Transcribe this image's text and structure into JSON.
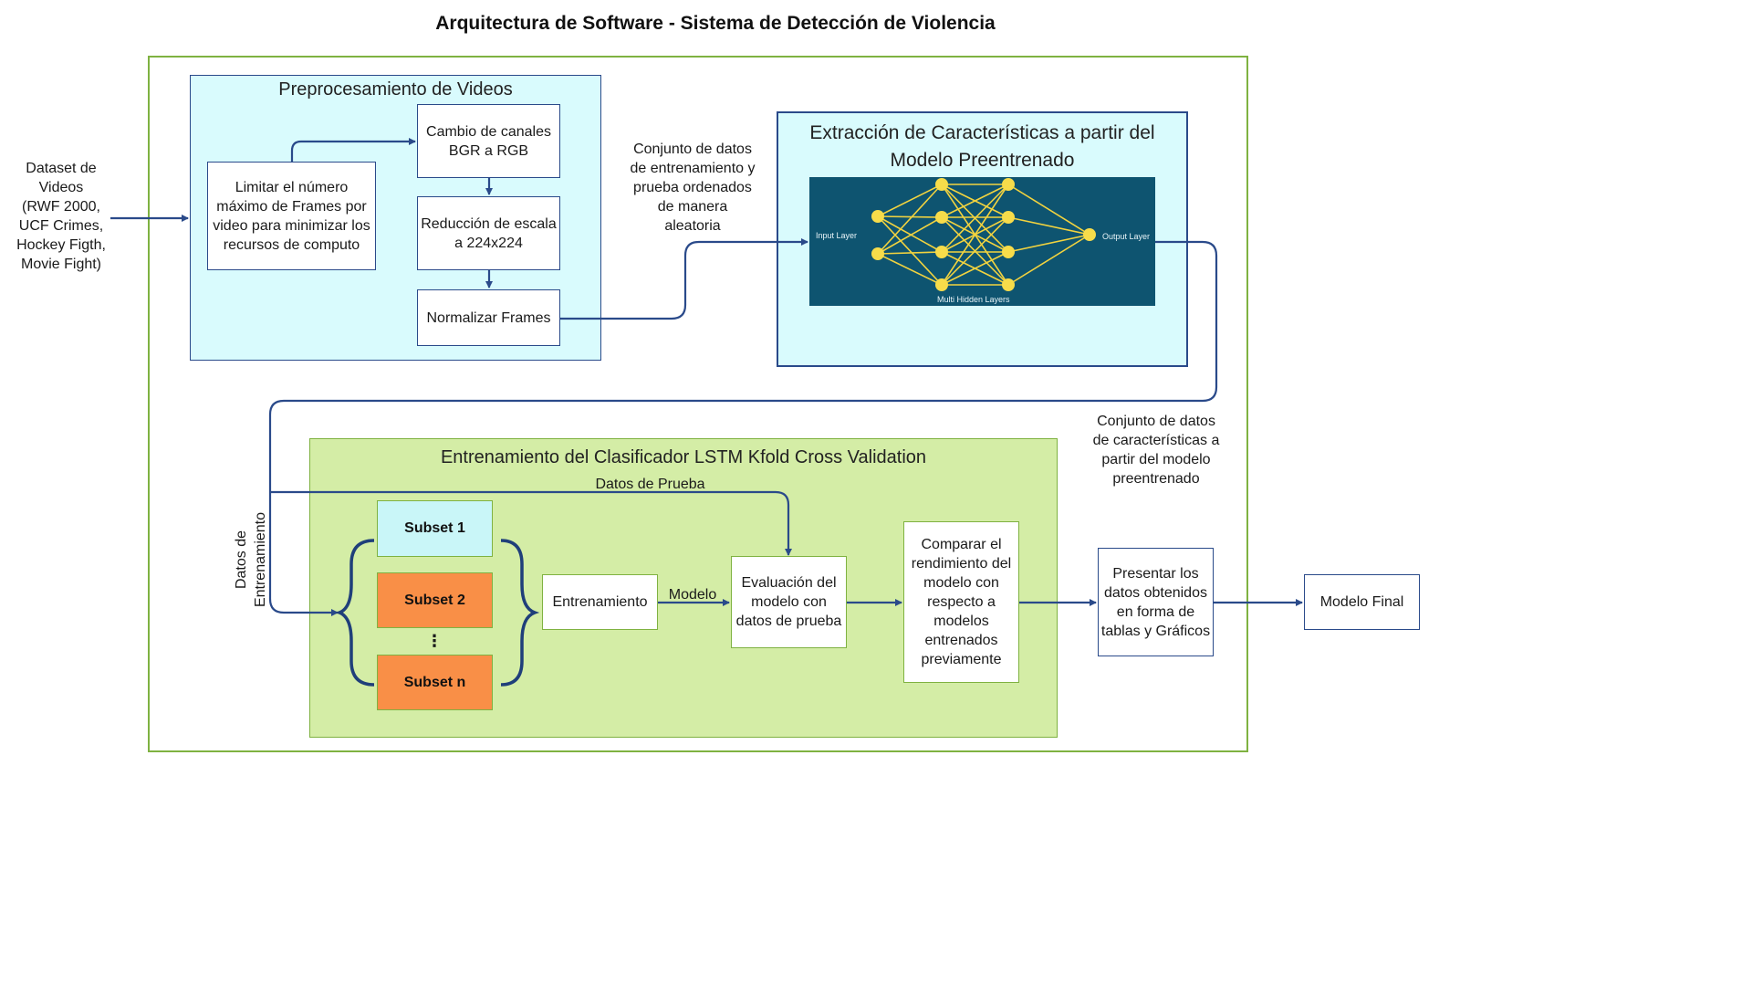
{
  "title": "Arquitectura de Software - Sistema de Detección de Violencia",
  "input_label": "Dataset de\nVideos\n(RWF 2000,\nUCF Crimes,\nHockey Figth,\nMovie Fight)",
  "preprocessing": {
    "title": "Preprocesamiento de Videos",
    "limit_frames": "Limitar el número máximo de Frames por video para minimizar los recursos de computo",
    "channels": "Cambio de canales BGR a RGB",
    "scale": "Reducción de escala a 224x224",
    "normalize": "Normalizar Frames"
  },
  "dataset_label": "Conjunto de datos\nde entrenamiento y\nprueba ordenados\nde manera\naleatoria",
  "extraction": {
    "title": "Extracción de Características a partir del Modelo Preentrenado",
    "input_layer": "Input Layer",
    "output_layer": "Output Layer",
    "hidden_layers": "Multi Hidden Layers",
    "node_color": "#f7dc4a",
    "edge_color": "#f2d33f",
    "bg_color": "#0e5470"
  },
  "features_label": "Conjunto de datos\nde características a\npartir del modelo\npreentrenado",
  "training": {
    "title": "Entrenamiento del Clasificador LSTM Kfold Cross Validation",
    "test_data_label": "Datos de Prueba",
    "train_data_label": "Datos de\nEntrenamiento",
    "subset1": "Subset 1",
    "subset2": "Subset 2",
    "subsetn": "Subset n",
    "ellipsis": "⋮",
    "train_box": "Entrenamiento",
    "model_label": "Modelo",
    "eval_box": "Evaluación del modelo con datos de prueba",
    "compare_box": "Comparar el rendimiento del modelo con respecto a modelos entrenados previamente"
  },
  "present_box": "Presentar los datos obtenidos en forma de tablas y Gráficos",
  "final_box": "Modelo Final",
  "colors": {
    "arrow": "#2a4a8a",
    "outer_border": "#7fb241",
    "cyan_panel": "#d9fbfd",
    "green_panel": "#d4eda6",
    "subset_cyan": "#c9f6f8",
    "subset_orange": "#f98f47"
  }
}
